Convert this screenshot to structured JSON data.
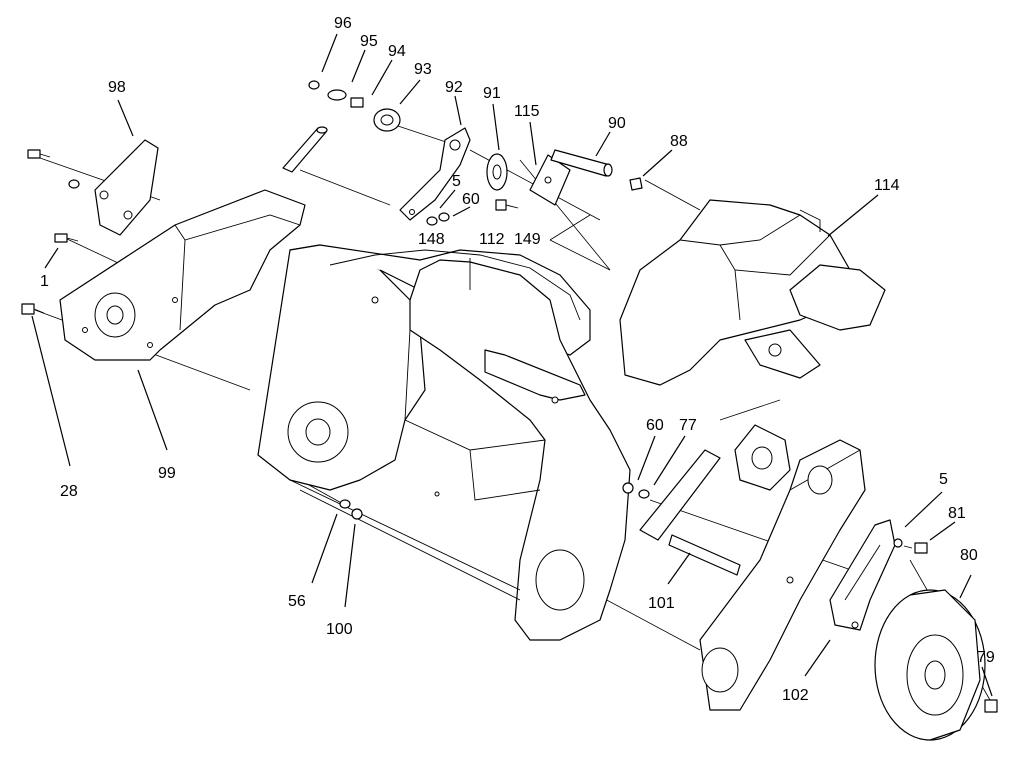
{
  "diagram": {
    "labels": [
      "96",
      "95",
      "94",
      "93",
      "98",
      "92",
      "91",
      "115",
      "90",
      "88",
      "5",
      "60",
      "148",
      "112",
      "149",
      "114",
      "1",
      "28",
      "99",
      "60",
      "77",
      "5",
      "81",
      "80",
      "56",
      "100",
      "101",
      "102",
      "79"
    ]
  }
}
